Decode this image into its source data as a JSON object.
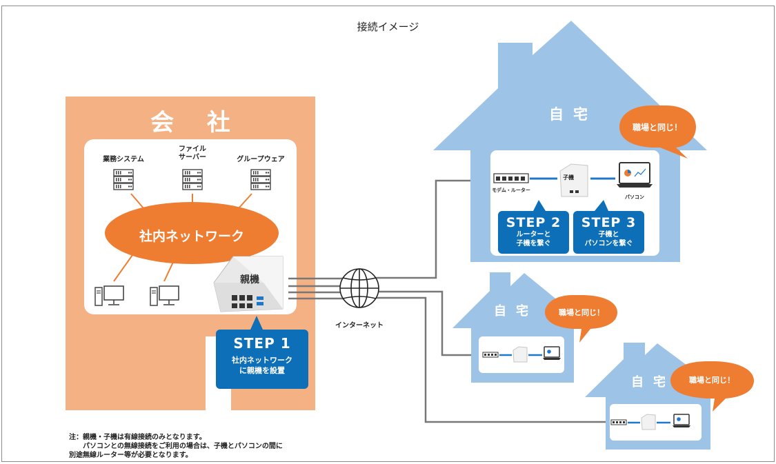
{
  "title": "接続イメージ",
  "company": {
    "title": "会 社",
    "servers": [
      "業務システム",
      "ファイル\nサーバー",
      "グループウェア"
    ],
    "network_label": "社内ネットワーク",
    "parent_unit_label": "親機"
  },
  "internet_label": "インターネット",
  "steps": {
    "step1": {
      "head": "STEP 1",
      "body": "社内ネットワーク\nに親機を設置"
    },
    "step2": {
      "head": "STEP 2",
      "body": "ルーターと\n子機を繋ぐ"
    },
    "step3": {
      "head": "STEP 3",
      "body": "子機と\nパソコンを繋ぐ"
    }
  },
  "homes": [
    {
      "title": "自宅",
      "bubble": "職場と同じ！",
      "modem_label": "モデム・ルーター",
      "child_label": "子機",
      "pc_label": "パソコン"
    },
    {
      "title": "自宅",
      "bubble": "職場と同じ！"
    },
    {
      "title": "自宅",
      "bubble": "職場と同じ！"
    }
  ],
  "note": {
    "line1": "注：親機・子機は有線接続のみとなります。",
    "line2": "パソコンとの無線接続をご利用の場合は、子機とパソコンの間に",
    "line3": "別途無線ルーター等が必要となります。"
  },
  "colors": {
    "company_bg": "#f4b183",
    "network_ellipse": "#ee7d31",
    "home_bg": "#9dc3e6",
    "step_box": "#0d6fb8",
    "bubble": "#ee7d31",
    "cable": "#777777",
    "link": "#1f77c9"
  },
  "icons": [
    "server-icon",
    "desktop-pc-icon",
    "globe-icon",
    "router-icon",
    "child-unit-icon",
    "laptop-icon",
    "parent-unit-icon"
  ]
}
